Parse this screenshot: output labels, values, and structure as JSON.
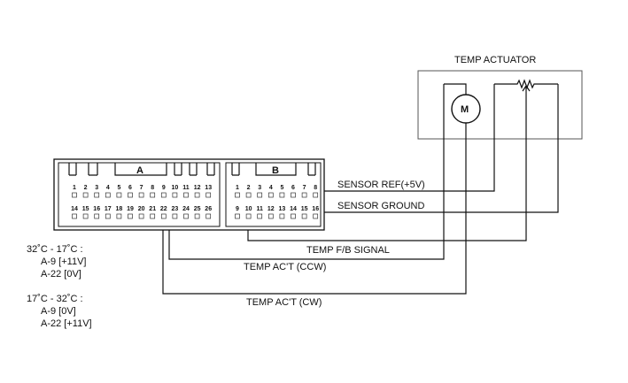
{
  "actuator": {
    "title": "TEMP ACTUATOR",
    "motor_symbol": "M"
  },
  "connector": {
    "a_label": "A",
    "b_label": "B",
    "a_top_pins": [
      "1",
      "2",
      "3",
      "4",
      "5",
      "6",
      "7",
      "8",
      "9",
      "10",
      "11",
      "12",
      "13"
    ],
    "a_bottom_pins": [
      "14",
      "15",
      "16",
      "17",
      "18",
      "19",
      "20",
      "21",
      "22",
      "23",
      "24",
      "25",
      "26"
    ],
    "b_top_pins": [
      "1",
      "2",
      "3",
      "4",
      "5",
      "6",
      "7",
      "8"
    ],
    "b_bottom_pins": [
      "9",
      "10",
      "11",
      "12",
      "13",
      "14",
      "15",
      "16"
    ]
  },
  "signals": {
    "sensor_ref": "SENSOR REF(+5V)",
    "sensor_ground": "SENSOR GROUND",
    "temp_fb": "TEMP F/B SIGNAL",
    "temp_ccw": "TEMP AC'T (CCW)",
    "temp_cw": "TEMP AC'T (CW)"
  },
  "notes": [
    {
      "range": "32˚C - 17˚C :",
      "lines": [
        "A-9 [+11V]",
        "A-22 [0V]"
      ]
    },
    {
      "range": "17˚C - 32˚C :",
      "lines": [
        "A-9 [0V]",
        "A-22 [+11V]"
      ]
    }
  ]
}
